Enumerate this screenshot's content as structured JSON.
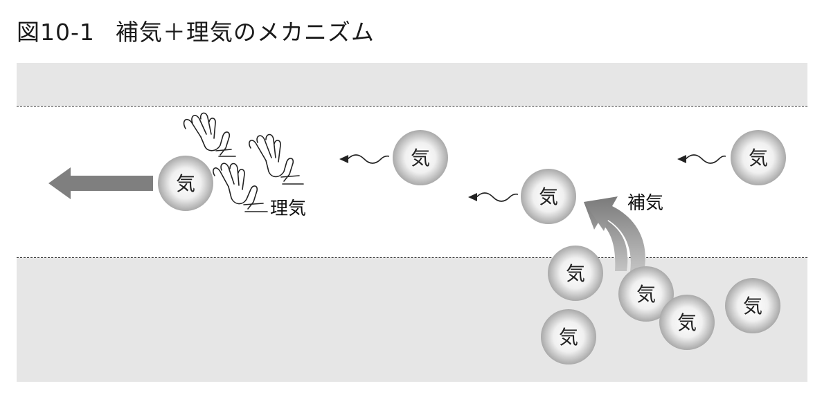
{
  "figure": {
    "title_prefix": "図10-1",
    "title_text": "補気＋理気のメカニズム"
  },
  "labels": {
    "ri_ki": "理気",
    "ho_ki": "補気"
  },
  "ki_char": "気"
}
